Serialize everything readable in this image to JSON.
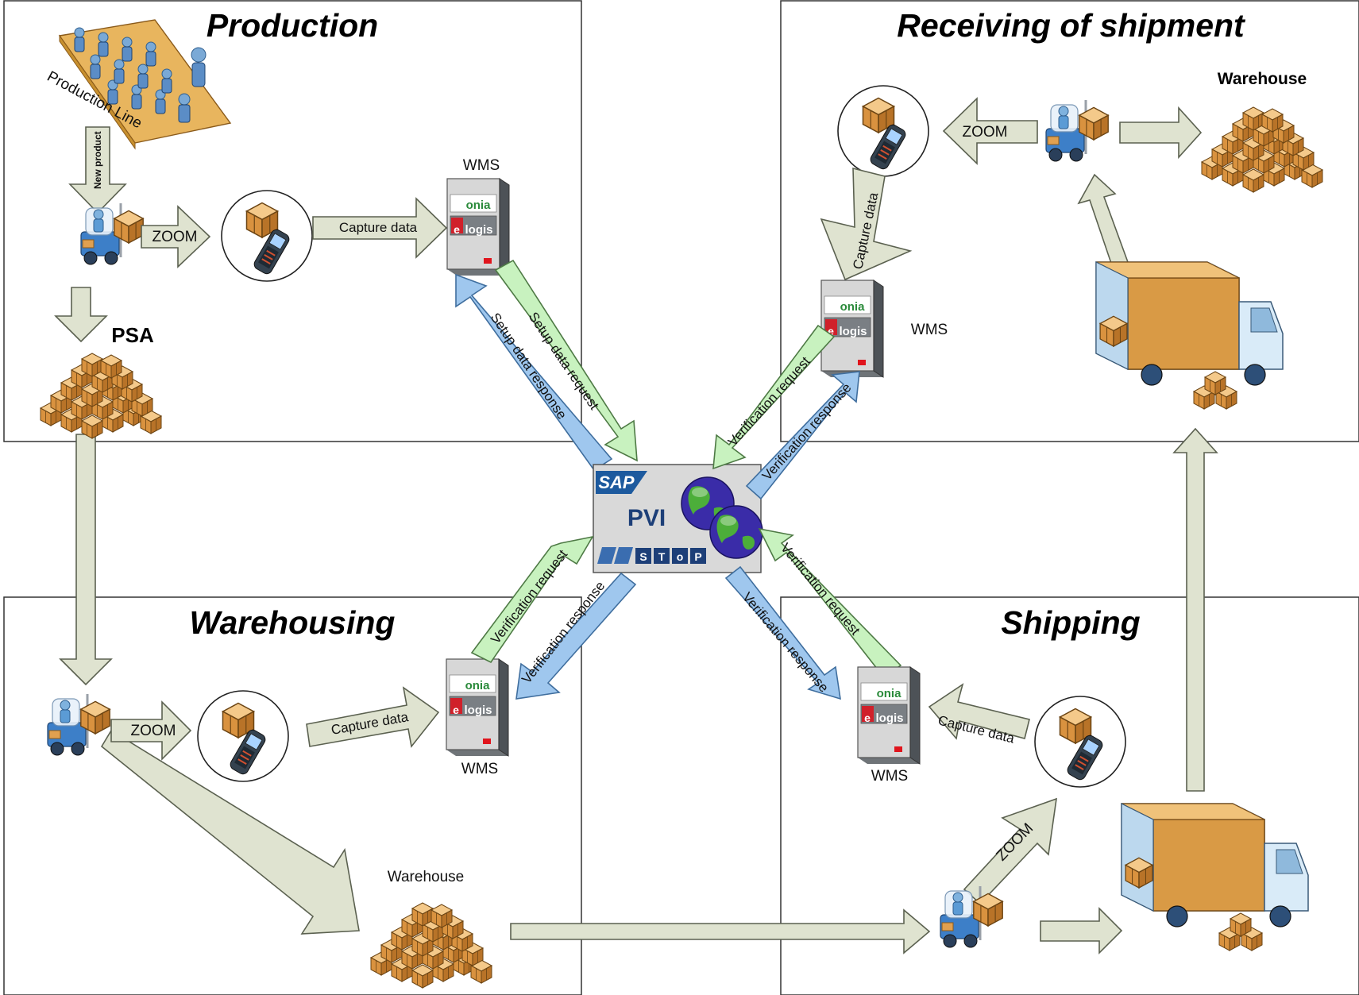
{
  "sections": {
    "production": "Production",
    "receiving": "Receiving of shipment",
    "warehousing": "Warehousing",
    "shipping": "Shipping"
  },
  "labels": {
    "production_line": "Production Line",
    "new_product": "New product",
    "zoom": "ZOOM",
    "capture_data": "Capture data",
    "wms": "WMS",
    "psa": "PSA",
    "warehouse": "Warehouse",
    "setup_data_request": "Setup data request",
    "setup_data_response": "Setup data response",
    "verification_request": "Verification request",
    "verification_response": "Verification response"
  },
  "server": {
    "brand_top": "onia",
    "brand_prefix": "e",
    "brand_bottom": "logis"
  },
  "pvi": {
    "sap": "SAP",
    "name": "PVI",
    "stop_letters": [
      "S",
      "T",
      "o",
      "P"
    ]
  },
  "colors": {
    "flow_arrow": "#dfe3d0",
    "request_arrow": "#c8f2bf",
    "response_arrow": "#9fc7ee",
    "box_orange": "#e0a050",
    "forklift_blue": "#3d7fc8"
  },
  "icons": [
    "production-line-icon",
    "forklift-icon",
    "scanner-zoom-icon",
    "server-icon",
    "boxes-icon",
    "truck-icon",
    "globe-icon"
  ]
}
